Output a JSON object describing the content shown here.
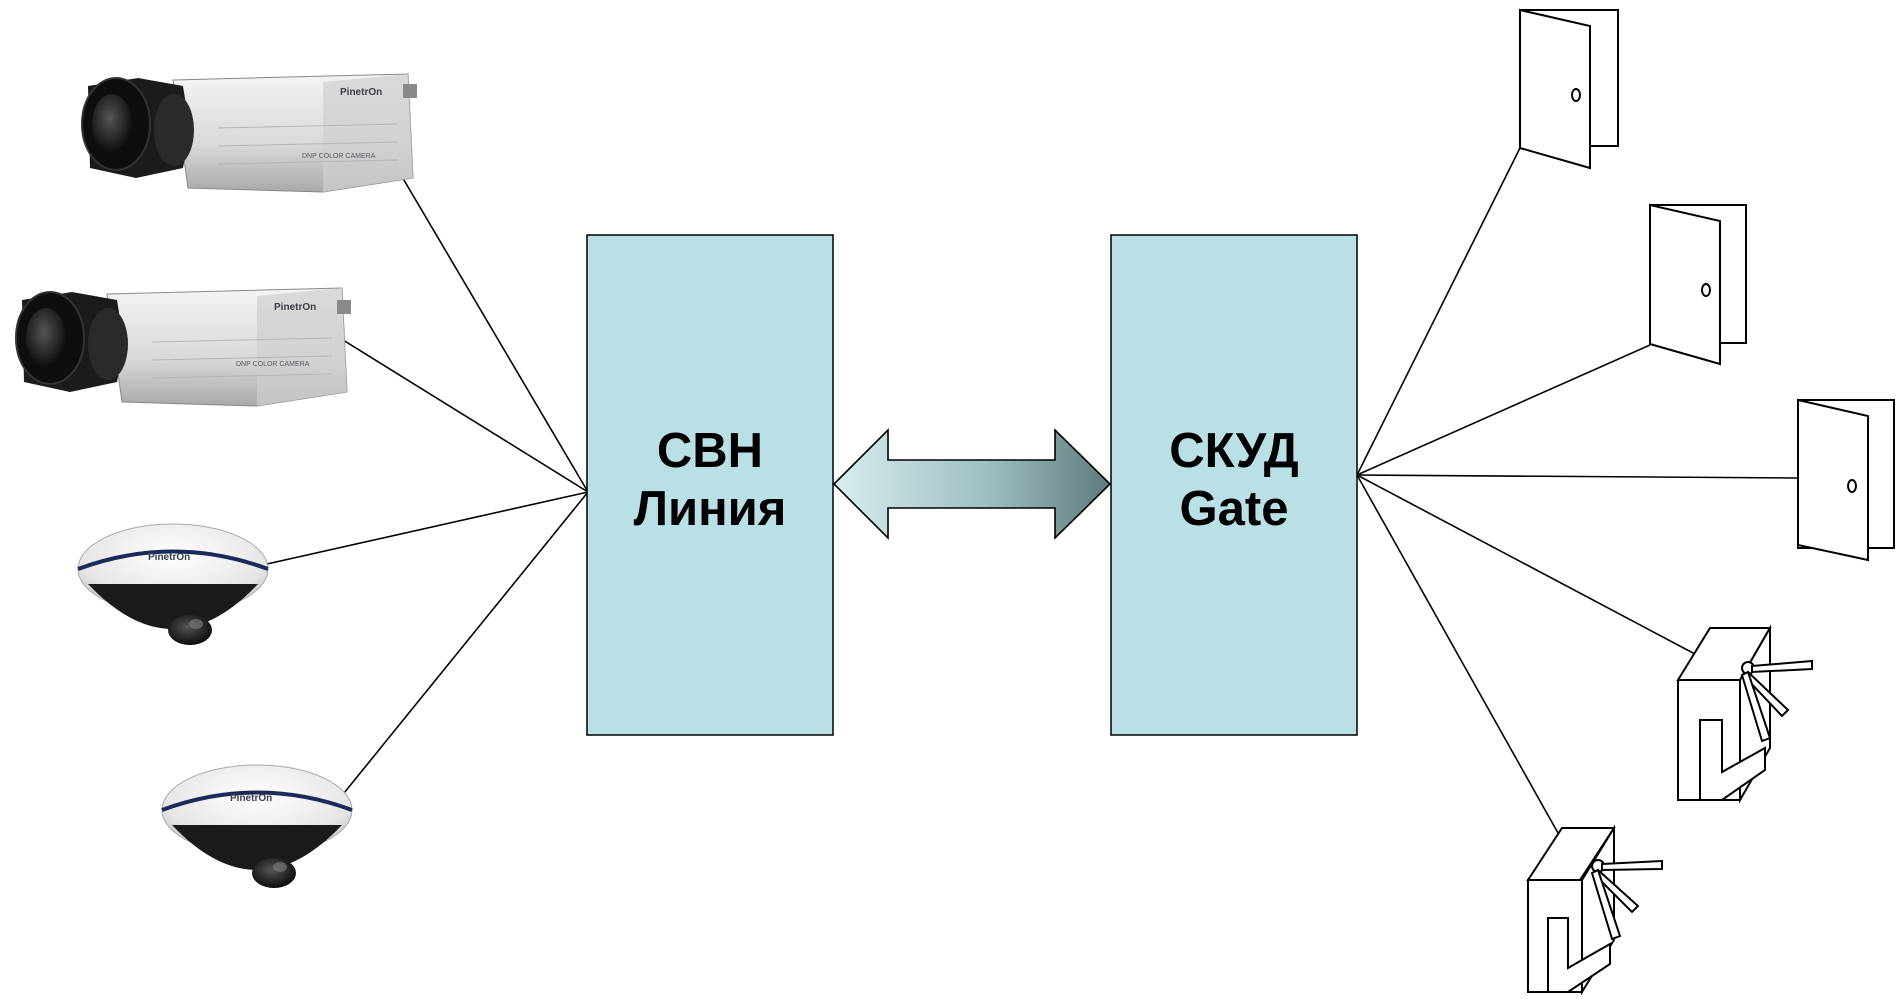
{
  "diagram": {
    "left_block": {
      "line1": "СВН",
      "line2": "Линия"
    },
    "right_block": {
      "line1": "СКУД",
      "line2": "Gate"
    },
    "cameras": [
      {
        "kind": "box-camera",
        "brand": "PinetrOn",
        "model": "DNP COLOR CAMERA"
      },
      {
        "kind": "box-camera",
        "brand": "PinetrOn",
        "model": "DNP COLOR CAMERA"
      },
      {
        "kind": "dome-camera",
        "brand": "PinetrOn"
      },
      {
        "kind": "dome-camera",
        "brand": "PinetrOn"
      }
    ],
    "access_points": [
      {
        "kind": "door-icon"
      },
      {
        "kind": "door-icon"
      },
      {
        "kind": "door-icon"
      },
      {
        "kind": "turnstile-icon"
      },
      {
        "kind": "turnstile-icon"
      }
    ],
    "colors": {
      "block_fill": "#b9e0e4",
      "arrow_light": "#d8ecee",
      "arrow_dark": "#6e8a8c",
      "line": "#000000"
    }
  }
}
